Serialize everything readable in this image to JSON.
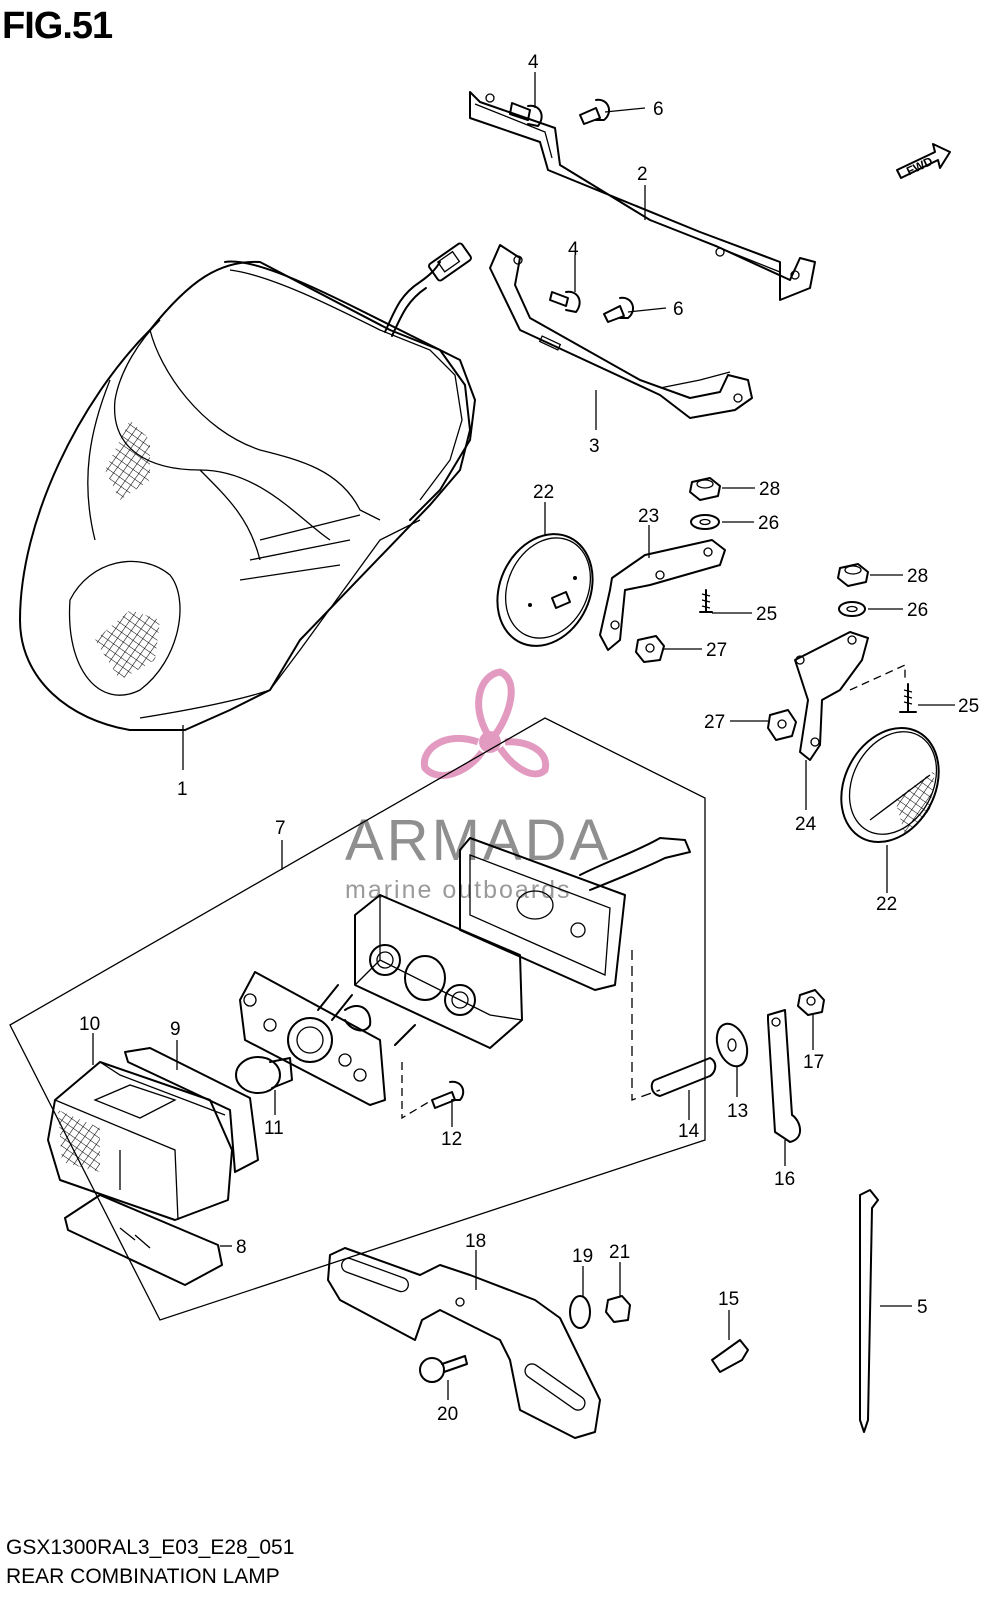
{
  "figure": {
    "title": "FIG.51",
    "code": "GSX1300RAL3_E03_E28_051",
    "name": "REAR COMBINATION LAMP"
  },
  "direction_badge": {
    "label": "FWD",
    "icon": "arrow-right-icon"
  },
  "watermark": {
    "brand": "ARMADA",
    "tagline": "marine outboards",
    "icon": "propeller-logo-icon",
    "color": "#e6a1c4"
  },
  "callouts": {
    "n1": "1",
    "n2": "2",
    "n3": "3",
    "n4a": "4",
    "n4b": "4",
    "n5": "5",
    "n6a": "6",
    "n6b": "6",
    "n7": "7",
    "n8": "8",
    "n9": "9",
    "n10": "10",
    "n11": "11",
    "n12": "12",
    "n13": "13",
    "n14": "14",
    "n15": "15",
    "n16": "16",
    "n17": "17",
    "n18": "18",
    "n19": "19",
    "n20": "20",
    "n21": "21",
    "n22a": "22",
    "n22b": "22",
    "n23": "23",
    "n24": "24",
    "n25a": "25",
    "n25b": "25",
    "n26a": "26",
    "n26b": "26",
    "n27a": "27",
    "n27b": "27",
    "n28a": "28",
    "n28b": "28"
  }
}
